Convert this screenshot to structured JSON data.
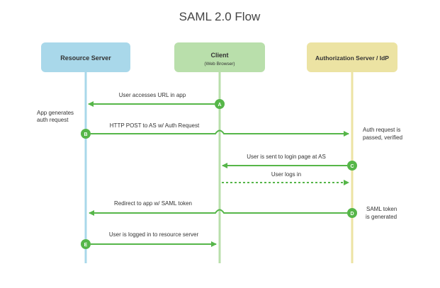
{
  "title": "SAML 2.0 Flow",
  "actors": {
    "resource_server": {
      "label": "Resource Server",
      "fill": "#a9d8ea",
      "line": "#a9d8ea"
    },
    "client": {
      "label": "Client",
      "sublabel": "(Web Browser)",
      "fill": "#b9dfab",
      "line": "#b9dfab"
    },
    "idp": {
      "label": "Authorization Server / IdP",
      "fill": "#ece3a3",
      "line": "#ece3a3"
    }
  },
  "colors": {
    "arrow": "#56b649",
    "marker": "#56b649",
    "text": "#333333"
  },
  "steps": {
    "a": {
      "marker": "A",
      "message": "User accesses URL in app"
    },
    "b": {
      "marker": "B",
      "message": "HTTP POST to AS w/ Auth Request",
      "note_line1": "App generates",
      "note_line2": "auth request"
    },
    "c": {
      "marker": "C",
      "message": "User is sent to login page at AS",
      "note_line1": "Auth request is",
      "note_line2": "passed, verified"
    },
    "logs_in": {
      "message": "User logs in"
    },
    "d": {
      "marker": "D",
      "message": "Redirect to app w/ SAML token",
      "note_line1": "SAML token",
      "note_line2": "is generated"
    },
    "e": {
      "marker": "E",
      "message": "User is logged in to resource server"
    }
  }
}
